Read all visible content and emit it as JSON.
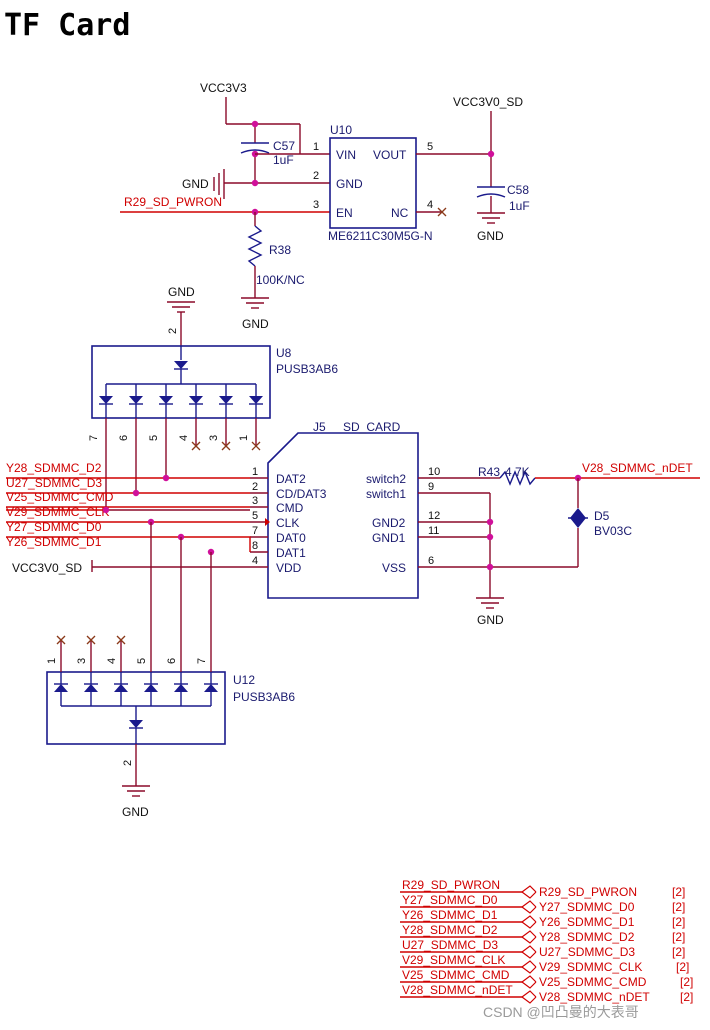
{
  "title": "TF Card",
  "power": {
    "vcc3v3": "VCC3V3",
    "vcc3v0_sd": "VCC3V0_SD",
    "vcc3v0_sd_left": "VCC3V0_SD",
    "gnd": "GND"
  },
  "u10": {
    "ref": "U10",
    "part": "ME6211C30M5G-N",
    "pins": {
      "vin": "VIN",
      "gnd": "GND",
      "en": "EN",
      "vout": "VOUT",
      "nc": "NC"
    },
    "pin_nums": {
      "vin": "1",
      "gnd": "2",
      "en": "3",
      "vout": "5",
      "nc": "4"
    }
  },
  "c57": {
    "ref": "C57",
    "value": "1uF"
  },
  "c58": {
    "ref": "C58",
    "value": "1uF"
  },
  "r38": {
    "ref": "R38",
    "value": "100K/NC"
  },
  "r43": {
    "ref": "R43",
    "value": "4.7K"
  },
  "d5": {
    "ref": "D5",
    "part": "BV03C"
  },
  "u8": {
    "ref": "U8",
    "part": "PUSB3AB6",
    "pins": [
      "7",
      "6",
      "5",
      "4",
      "3",
      "1"
    ],
    "gnd_pin": "2"
  },
  "u12": {
    "ref": "U12",
    "part": "PUSB3AB6",
    "pins": [
      "1",
      "3",
      "4",
      "5",
      "6",
      "7"
    ],
    "gnd_pin": "2"
  },
  "j5": {
    "ref": "J5",
    "name": "SD_CARD",
    "left_pins": [
      {
        "num": "1",
        "name": "DAT2"
      },
      {
        "num": "2",
        "name": "CD/DAT3"
      },
      {
        "num": "3",
        "name": "CMD"
      },
      {
        "num": "5",
        "name": "CLK"
      },
      {
        "num": "7",
        "name": "DAT0"
      },
      {
        "num": "8",
        "name": "DAT1"
      },
      {
        "num": "4",
        "name": "VDD"
      }
    ],
    "right_pins": [
      {
        "num": "10",
        "name": "switch2"
      },
      {
        "num": "9",
        "name": "switch1"
      },
      {
        "num": "12",
        "name": "GND2"
      },
      {
        "num": "11",
        "name": "GND1"
      },
      {
        "num": "6",
        "name": "VSS"
      }
    ]
  },
  "nets": {
    "pwron": "R29_SD_PWRON",
    "d2": "Y28_SDMMC_D2",
    "d3": "U27_SDMMC_D3",
    "cmd": "V25_SDMMC_CMD",
    "clk": "V29_SDMMC_CLK",
    "d0": "Y27_SDMMC_D0",
    "d1": "Y26_SDMMC_D1",
    "ndet": "V28_SDMMC_nDET"
  },
  "ports": [
    {
      "wire": "R29_SD_PWRON",
      "label": "R29_SD_PWRON",
      "ref": "[2]"
    },
    {
      "wire": "Y27_SDMMC_D0",
      "label": "Y27_SDMMC_D0",
      "ref": "[2]"
    },
    {
      "wire": "Y26_SDMMC_D1",
      "label": "Y26_SDMMC_D1",
      "ref": "[2]"
    },
    {
      "wire": "Y28_SDMMC_D2",
      "label": "Y28_SDMMC_D2",
      "ref": "[2]"
    },
    {
      "wire": "U27_SDMMC_D3",
      "label": "U27_SDMMC_D3",
      "ref": "[2]"
    },
    {
      "wire": "V29_SDMMC_CLK",
      "label": "V29_SDMMC_CLK",
      "ref": "[2]"
    },
    {
      "wire": "V25_SDMMC_CMD",
      "label": "V25_SDMMC_CMD",
      "ref": "[2]"
    },
    {
      "wire": "V28_SDMMC_nDET",
      "label": "V28_SDMMC_nDET",
      "ref": "[2]"
    }
  ],
  "watermark": "CSDN @凹凸曼的大表哥"
}
